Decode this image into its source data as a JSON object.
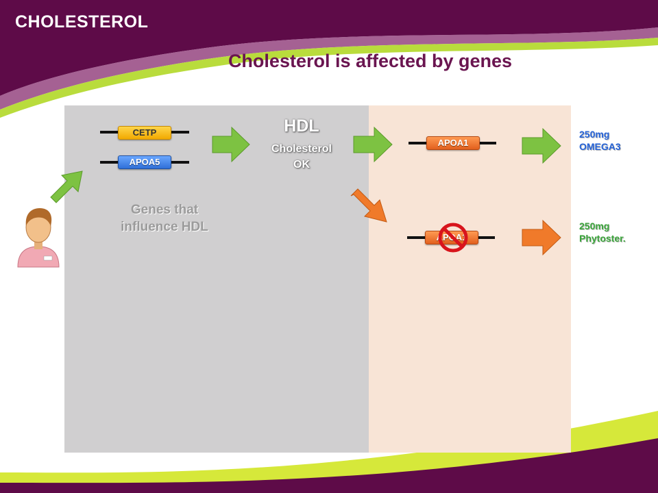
{
  "header": {
    "title": "CHOLESTEROL"
  },
  "slide": {
    "title": "Cholesterol is affected by genes"
  },
  "genes": {
    "cetp": "CETP",
    "apoa5": "APOA5",
    "apoa1_top": "APOA1",
    "apoa1_blocked": "APOA1"
  },
  "hdl": {
    "title": "HDL",
    "line1": "Cholesterol",
    "line2": "OK"
  },
  "panel_label": {
    "line1": "Genes that",
    "line2": "influence HDL"
  },
  "outputs": {
    "top": {
      "dose": "250mg",
      "name": "OMEGA3"
    },
    "bottom": {
      "dose": "250mg",
      "name": "Phytoster."
    }
  },
  "colors": {
    "brand_purple": "#6a1550",
    "accent_green": "#7dc242",
    "arrow_orange": "#f07a2a",
    "gene_yellow": "#f2a900",
    "gene_blue": "#2f6fd8",
    "block_red": "#d8141c"
  },
  "icons": {
    "person": "person-avatar-icon",
    "block": "prohibition-icon",
    "arrow": "arrow-right-icon"
  }
}
